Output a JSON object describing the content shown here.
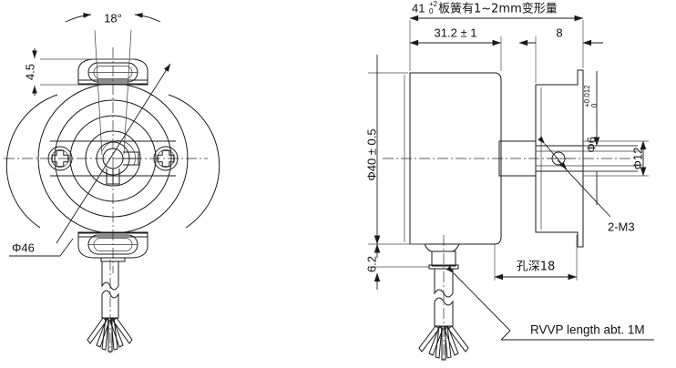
{
  "drawing": {
    "title": "Rotary encoder outline dimension drawing",
    "units": "mm",
    "line_color": "#1a1a1a",
    "background": "#ffffff",
    "views": [
      {
        "id": "front-view",
        "name": "front-end-view",
        "description": "Circular end view with mounting tabs and centre hub"
      },
      {
        "id": "side-view",
        "name": "side-section-view",
        "description": "Side / section view with shaft and flange"
      }
    ]
  },
  "front_view": {
    "name": "front-end-view",
    "dimensions": {
      "angle": "18°",
      "tab_thickness": "4.5",
      "body_diameter": "Φ46"
    }
  },
  "side_view": {
    "name": "side-section-view",
    "dimensions": {
      "overall_note": "41",
      "overall_tol_upper": "+2",
      "overall_tol_lower": "0",
      "overall_note_cjk": "板簧有1~2mm变形量",
      "body_length": "31.2 ± 1",
      "flange_length": "8",
      "body_diameter": "Φ40 ± 0.5",
      "cable_boss": "6.2",
      "shaft_diameter": "Φ6",
      "shaft_tol_upper": "+0.012",
      "shaft_tol_lower": "0",
      "hub_diameter": "Φ12",
      "thread_callout": "2-M3",
      "hole_depth_cjk": "孔深18",
      "cable_note": "RVVP length abt. 1M"
    }
  },
  "labels": [
    {
      "key": "angle_18",
      "text": "18°"
    },
    {
      "key": "tab_thickness_45",
      "text": "4.5"
    },
    {
      "key": "dia_46",
      "text": "Φ46"
    },
    {
      "key": "overall_41",
      "text": "41"
    },
    {
      "key": "overall_tol_up",
      "text": "+2"
    },
    {
      "key": "overall_tol_lo",
      "text": "0"
    },
    {
      "key": "overall_cjk",
      "text": "板簧有1~2mm变形量"
    },
    {
      "key": "len_312",
      "text": "31.2 ± 1"
    },
    {
      "key": "len_8",
      "text": "8"
    },
    {
      "key": "dia_40",
      "text": "Φ40 ± 0.5"
    },
    {
      "key": "len_62",
      "text": "6.2"
    },
    {
      "key": "dia_6",
      "text": "Φ6"
    },
    {
      "key": "dia_6_tol_up",
      "text": "+0.012"
    },
    {
      "key": "dia_6_tol_lo",
      "text": "0"
    },
    {
      "key": "dia_12",
      "text": "Φ12"
    },
    {
      "key": "thread_2m3",
      "text": "2-M3"
    },
    {
      "key": "hole_depth",
      "text": "孔深18"
    },
    {
      "key": "cable_note",
      "text": "RVVP length abt. 1M"
    }
  ]
}
